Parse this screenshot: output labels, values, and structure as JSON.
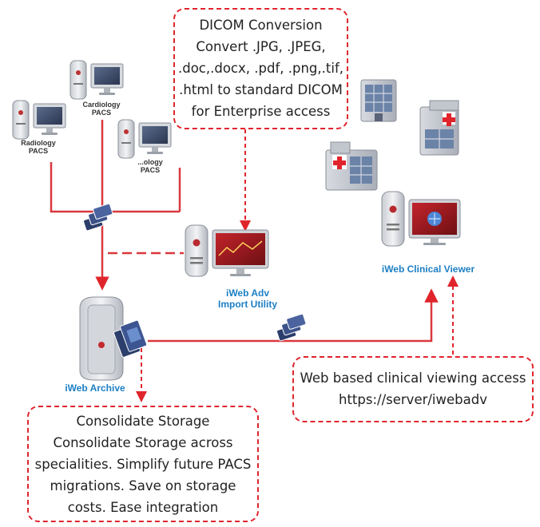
{
  "callouts": {
    "dicom_conversion": {
      "lines": [
        "DICOM Conversion",
        "Convert .JPG, .JPEG,",
        ".doc,.docx, .pdf, .png,.tif,",
        ".html to standard DICOM",
        "for Enterprise access"
      ]
    },
    "web_viewing": {
      "lines": [
        "Web based clinical viewing access",
        "https://server/iwebadv"
      ]
    },
    "consolidate_storage": {
      "lines": [
        "Consolidate Storage",
        "Consolidate Storage across",
        "specialities. Simplify future PACS",
        "migrations. Save on storage",
        "costs. Ease integration"
      ]
    }
  },
  "nodes": {
    "radiology_pacs": {
      "line1": "Radiology",
      "line2": "PACS"
    },
    "cardiology_pacs": {
      "line1": "Cardiology",
      "line2": "PACS"
    },
    "other_pacs": {
      "line1": "...ology",
      "line2": "PACS"
    },
    "import_utility": {
      "line1": "iWeb Adv",
      "line2": "Import Utility"
    },
    "archive": {
      "label": "iWeb Archive"
    },
    "clinical_viewer": {
      "label": "iWeb Clinical Viewer"
    }
  },
  "colors": {
    "accent_red": "#e0242c",
    "connector_red": "#d9383e",
    "label_blue": "#1c7fc4"
  }
}
